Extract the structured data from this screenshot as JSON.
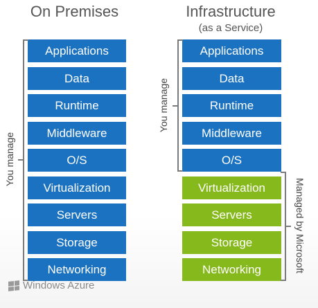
{
  "left": {
    "title": "On Premises",
    "manage_label": "You manage",
    "blocks": [
      "Applications",
      "Data",
      "Runtime",
      "Middleware",
      "O/S",
      "Virtualization",
      "Servers",
      "Storage",
      "Networking"
    ]
  },
  "right": {
    "title": "Infrastructure",
    "subtitle": "(as a Service)",
    "manage_label": "You manage",
    "managed_by_label": "Managed by Microsoft",
    "blocks": [
      "Applications",
      "Data",
      "Runtime",
      "Middleware",
      "O/S",
      "Virtualization",
      "Servers",
      "Storage",
      "Networking"
    ]
  },
  "footer": {
    "logo_text": "Windows Azure"
  },
  "colors": {
    "user_managed": "#1b72c0",
    "microsoft_managed": "#86b91b"
  }
}
